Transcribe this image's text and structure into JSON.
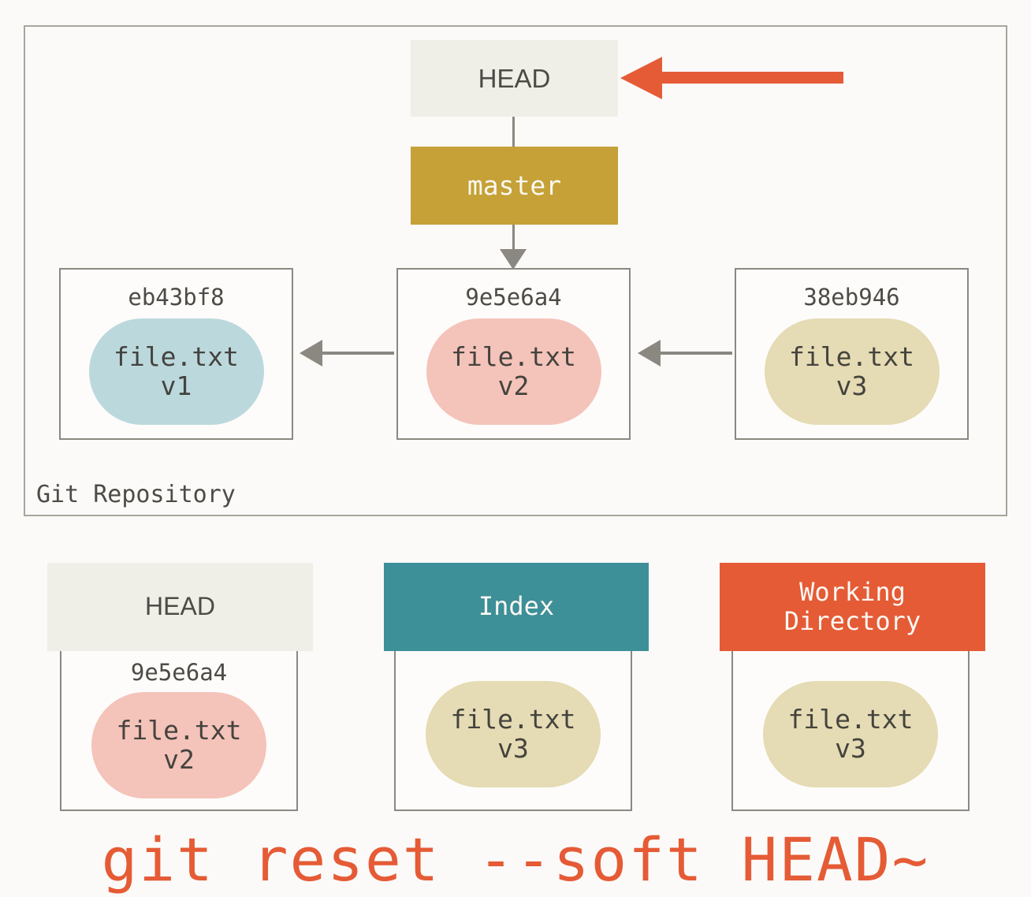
{
  "repository": {
    "label": "Git Repository",
    "head_box": {
      "label": "HEAD"
    },
    "branch_box": {
      "label": "master"
    },
    "commits": [
      {
        "hash": "eb43bf8",
        "file": "file.txt",
        "version": "v1",
        "blob_color": "#BBD9DD"
      },
      {
        "hash": "9e5e6a4",
        "file": "file.txt",
        "version": "v2",
        "blob_color": "#F4C3BA"
      },
      {
        "hash": "38eb946",
        "file": "file.txt",
        "version": "v3",
        "blob_color": "#E5DBB4"
      }
    ]
  },
  "panels": [
    {
      "title": "HEAD",
      "header_color": "#EFEFE8",
      "hash": "9e5e6a4",
      "file": "file.txt",
      "version": "v2",
      "blob_color": "#F4C3BA"
    },
    {
      "title": "Index",
      "header_color": "#3D8F98",
      "hash": "",
      "file": "file.txt",
      "version": "v3",
      "blob_color": "#E5DBB4"
    },
    {
      "title": "Working\nDirectory",
      "header_color": "#E55B36",
      "hash": "",
      "file": "file.txt",
      "version": "v3",
      "blob_color": "#E5DBB4"
    }
  ],
  "caption": "git reset --soft HEAD~",
  "colors": {
    "background": "#FBFAF8",
    "border_gray": "#8A8880",
    "text_dark": "#4D4B46",
    "branch_gold": "#C5A137",
    "accent_red": "#E55B36",
    "teal": "#3D8F98"
  }
}
